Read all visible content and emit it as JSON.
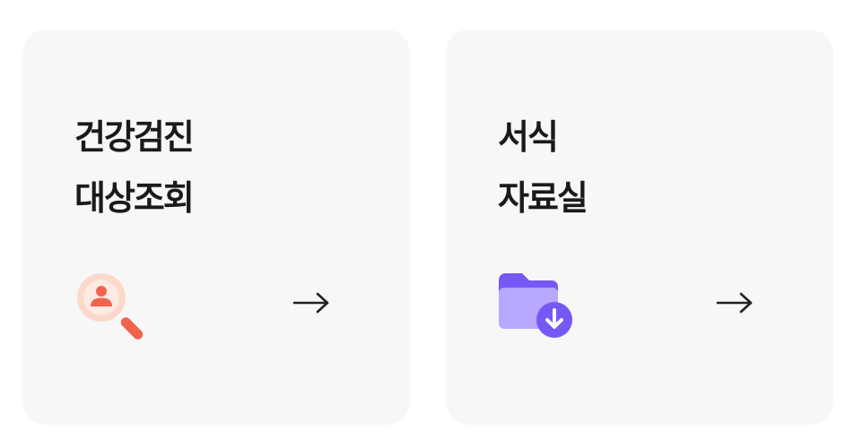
{
  "cards": [
    {
      "title_line1": "건강검진",
      "title_line2": "대상조회",
      "icon": "person-search-icon",
      "action_icon": "arrow-right-icon"
    },
    {
      "title_line1": "서식",
      "title_line2": "자료실",
      "icon": "folder-download-icon",
      "action_icon": "arrow-right-icon"
    }
  ],
  "colors": {
    "card_background": "#f7f7f8",
    "title_text": "#1a1a1a",
    "search_icon_accent": "#f0644e",
    "search_icon_light": "#fcd8cb",
    "folder_dark": "#7658f5",
    "folder_light": "#b9a8ff",
    "arrow": "#222222"
  }
}
